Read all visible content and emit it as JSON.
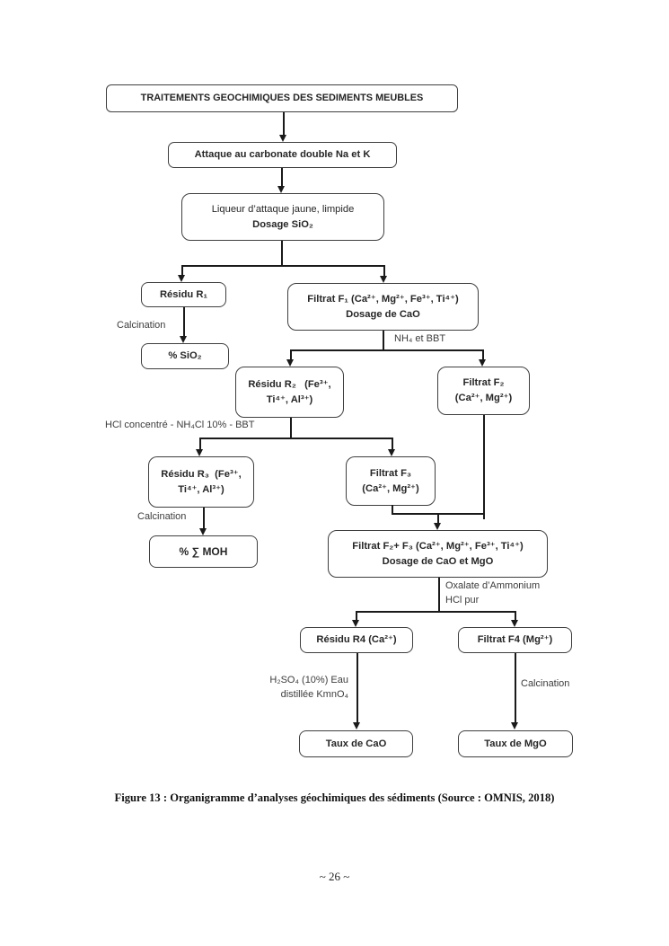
{
  "figure": {
    "caption": "Figure 13 : Organigramme d’analyses géochimiques des sédiments (Source : OMNIS, 2018)",
    "page_number": "~ 26 ~"
  },
  "fc": {
    "colors": {
      "box_border": "#3f3f3f",
      "connector_line": "#1a1a1a",
      "box_text": "#262626",
      "label_text": "#3c3c3c",
      "background": "#ffffff"
    },
    "boxes": {
      "root": {
        "l1": "TRAITEMENTS GEOCHIMIQUES DES SEDIMENTS MEUBLES"
      },
      "attaque": {
        "l1": "Attaque au carbonate double Na et K"
      },
      "liqueur": {
        "l1": "Liqueur d’attaque jaune, limpide",
        "l2": "Dosage SiO₂"
      },
      "residu_r1": {
        "l1": "Résidu R₁"
      },
      "pct_sio2": {
        "l1": "% SiO₂"
      },
      "filtrat_f1": {
        "l1": "Filtrat F₁ (Ca²⁺, Mg²⁺, Fe³⁺, Ti⁴⁺)",
        "l2": "Dosage de CaO"
      },
      "residu_r2": {
        "l1": "Résidu R₂   (Fe³⁺,",
        "l2": "Ti⁴⁺, Al³⁺)"
      },
      "filtrat_f2": {
        "l1": "Filtrat F₂",
        "l2": "(Ca²⁺, Mg²⁺)"
      },
      "residu_r3": {
        "l1": "Résidu R₃  (Fe³⁺,",
        "l2": "Ti⁴⁺, Al³⁺)"
      },
      "filtrat_f3": {
        "l1": "Filtrat F₃",
        "l2": "(Ca²⁺, Mg²⁺)"
      },
      "pct_moh": {
        "l1": "% ∑ MOH"
      },
      "filtrat_f2f3": {
        "l1": "Filtrat F₂+ F₃ (Ca²⁺, Mg²⁺, Fe³⁺, Ti⁴⁺)",
        "l2": "Dosage de CaO et MgO"
      },
      "residu_r4": {
        "l1": "Résidu R4 (Ca²⁺)"
      },
      "filtrat_f4": {
        "l1": "Filtrat F4 (Mg²⁺)"
      },
      "taux_cao": {
        "l1": "Taux de CaO"
      },
      "taux_mgo": {
        "l1": "Taux de MgO"
      }
    },
    "labels": {
      "calcination_r1": "Calcination",
      "nh4_bbt": "NH₄ et BBT",
      "hcl_bbt": "HCl concentré - NH₄Cl 10% - BBT",
      "calcination_r3": "Calcination",
      "oxalate_l1": "Oxalate d’Ammonium",
      "oxalate_l2": "HCl pur",
      "h2so4_l1": "H₂SO₄ (10%) Eau",
      "h2so4_l2": "distillée KmnO₄",
      "calcination_f4": "Calcination"
    }
  }
}
